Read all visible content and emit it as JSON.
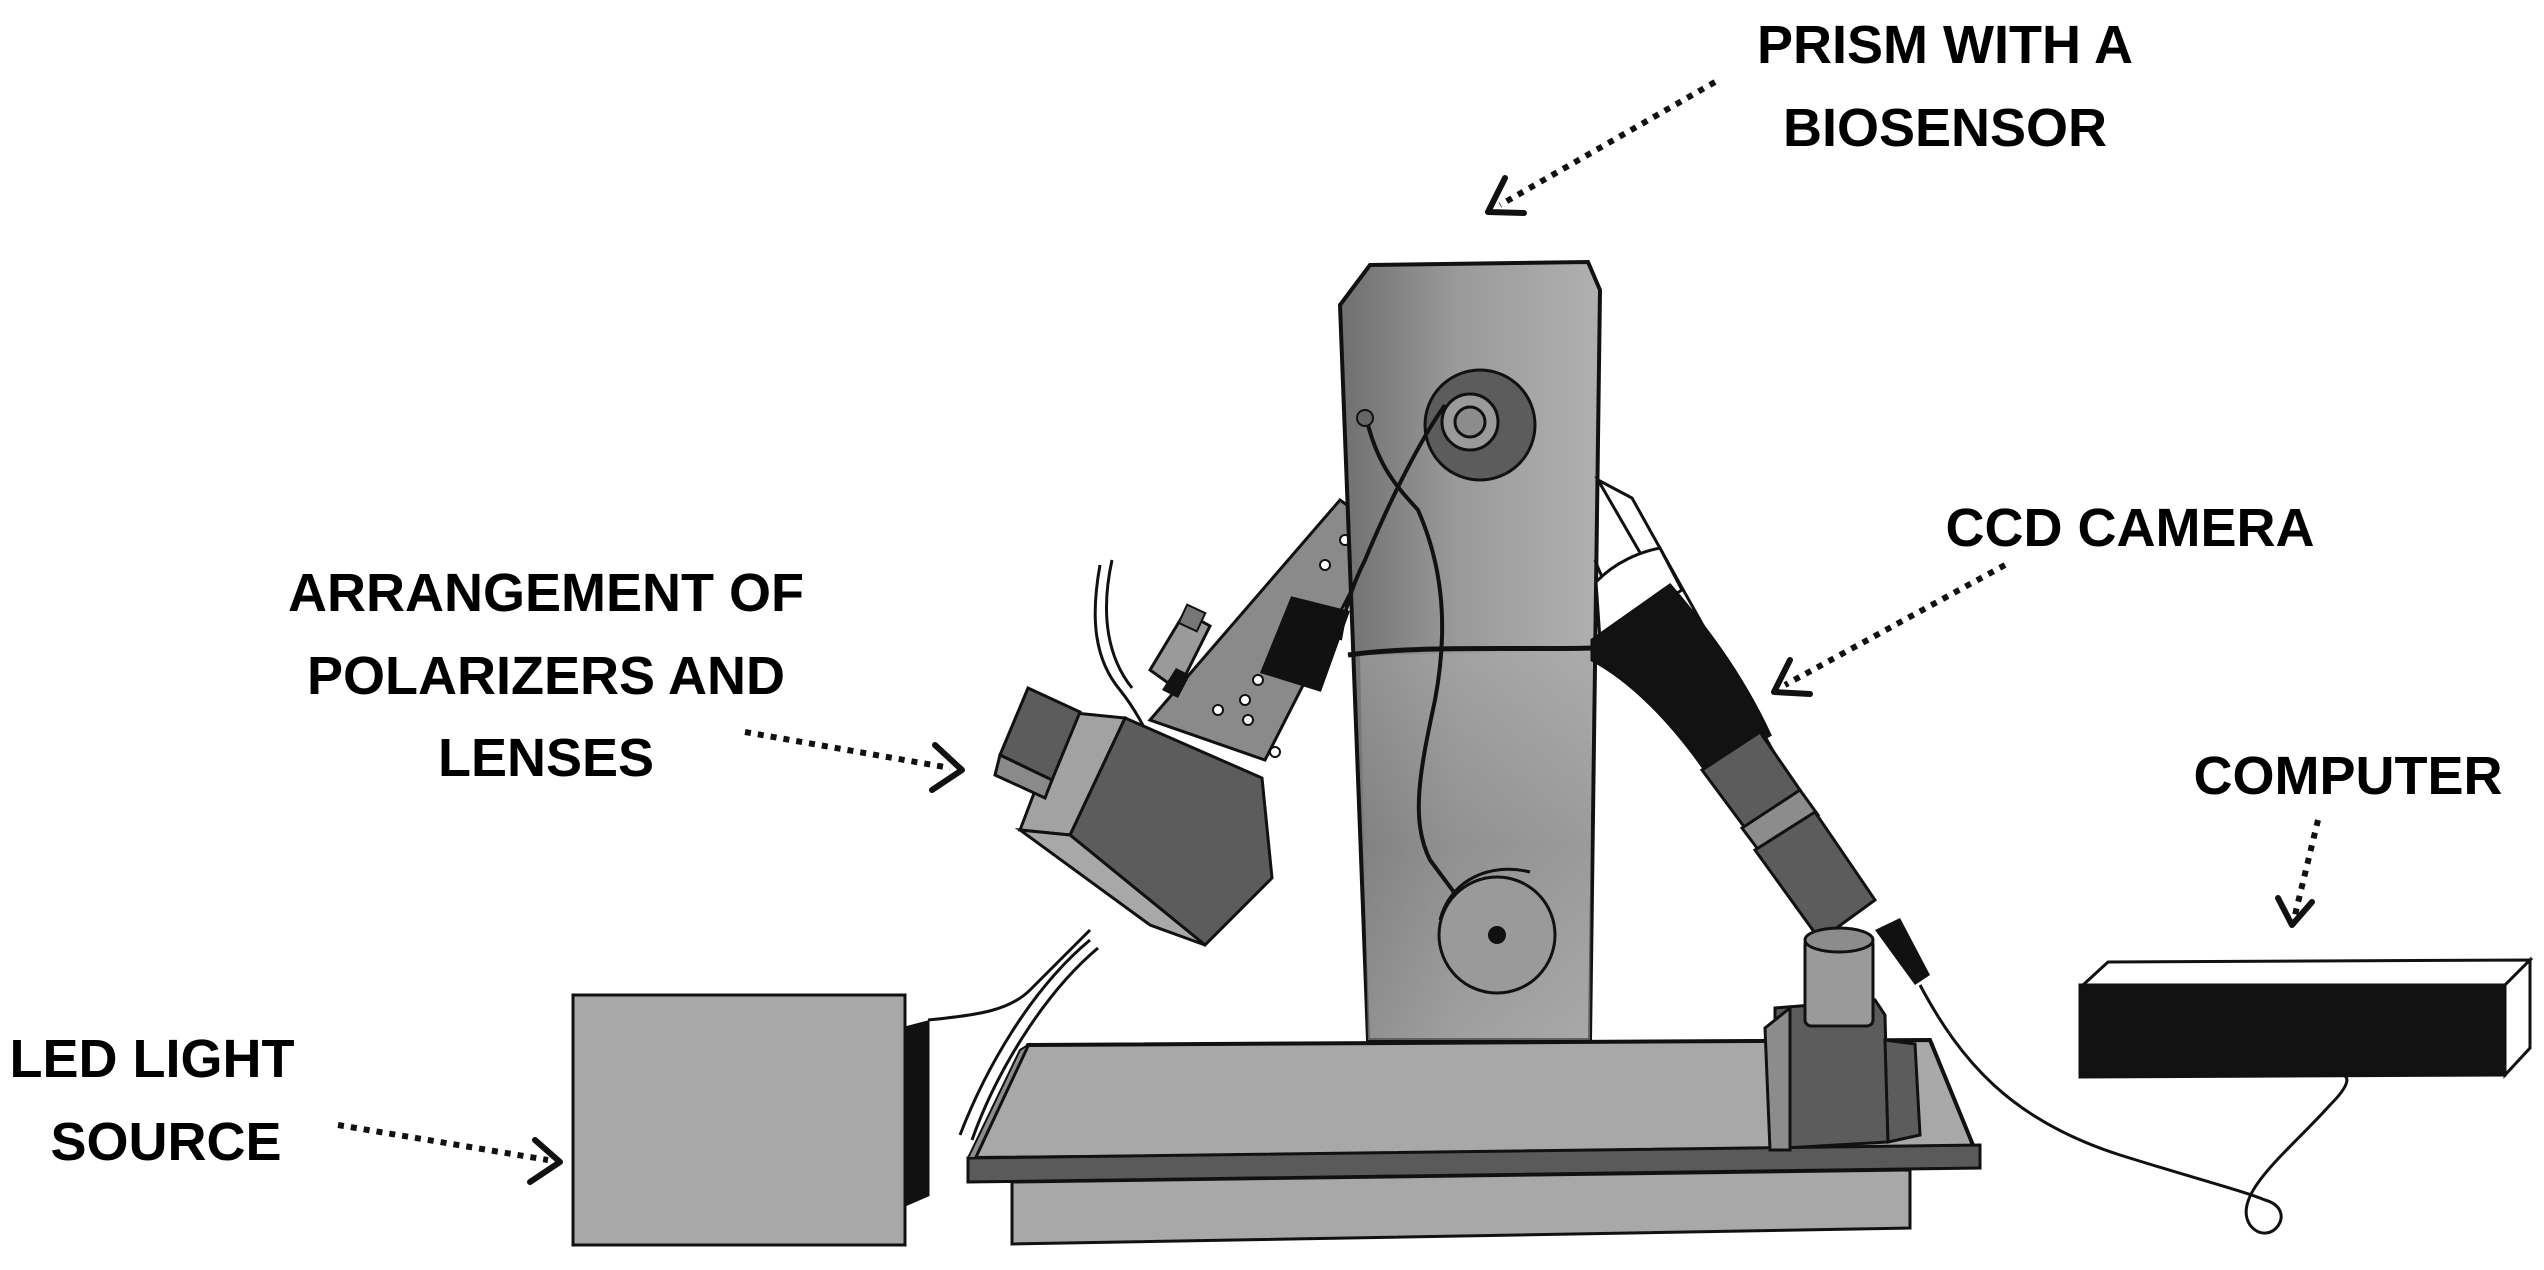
{
  "labels": {
    "prism_line1": "PRISM WITH A",
    "prism_line2": "BIOSENSOR",
    "polarizers_line1": "ARRANGEMENT OF",
    "polarizers_line2": "POLARIZERS AND",
    "polarizers_line3": "LENSES",
    "camera": "CCD CAMERA",
    "computer": "COMPUTER",
    "led_line1": "LED LIGHT",
    "led_line2": "SOURCE"
  },
  "colors": {
    "background": "#ffffff",
    "outline": "#111111",
    "light_gray": "#a9a9a9",
    "mid_gray": "#8c8c8c",
    "dark_gray": "#5a5a5a",
    "black_part": "#121212"
  }
}
